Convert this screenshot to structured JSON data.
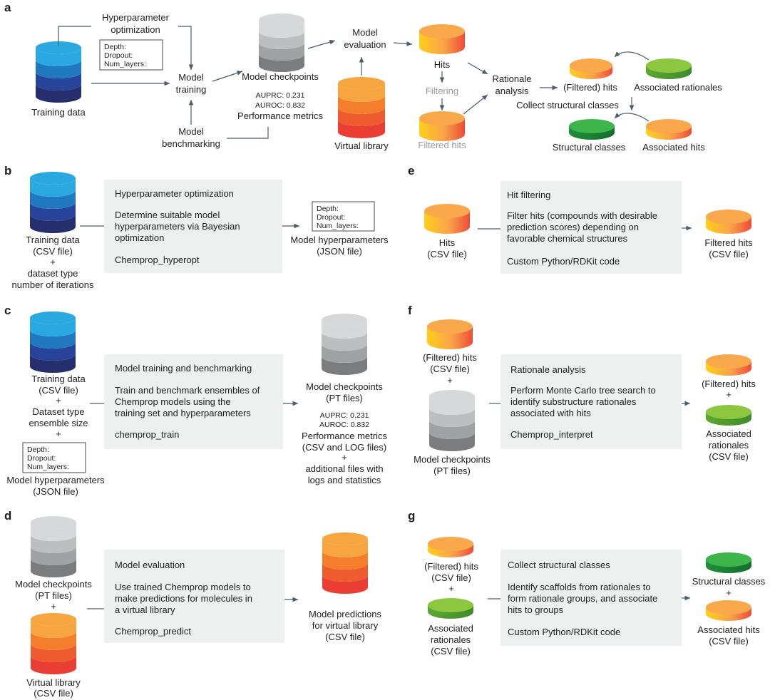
{
  "panels": {
    "a": "a",
    "b": "b",
    "c": "c",
    "d": "d",
    "e": "e",
    "f": "f",
    "g": "g"
  },
  "a": {
    "hyperparameter_optimization": [
      "Hyperparameter",
      "optimization"
    ],
    "params": [
      "Depth:",
      "Dropout:",
      "Num_layers:"
    ],
    "training_data": "Training data",
    "model_training": [
      "Model",
      "training"
    ],
    "model_benchmarking": [
      "Model",
      "benchmarking"
    ],
    "model_checkpoints": "Model checkpoints",
    "auprc": "AUPRC: 0.231",
    "auroc": "AUROC: 0.832",
    "performance_metrics": "Performance metrics",
    "model_evaluation": [
      "Model",
      "evaluation"
    ],
    "virtual_library": "Virtual library",
    "hits": "Hits",
    "filtering": "Filtering",
    "filtered_hits": "Filtered hits",
    "rationale_analysis": [
      "Rationale",
      "analysis"
    ],
    "filtered_hits_paren": "(Filtered) hits",
    "associated_rationales": "Associated rationales",
    "collect_structural_classes": "Collect structural classes",
    "structural_classes": "Structural classes",
    "associated_hits": "Associated hits"
  },
  "b": {
    "input": [
      "Training data",
      "(CSV file)",
      "+",
      "dataset type",
      "number of iterations"
    ],
    "box": {
      "title": "Hyperparameter optimization",
      "desc": [
        "Determine suitable model",
        "hyperparameters via Bayesian",
        "optimization"
      ],
      "cmd": "Chemprop_hyperopt"
    },
    "params": [
      "Depth:",
      "Dropout:",
      "Num_layers:"
    ],
    "output": [
      "Model hyperparameters",
      "(JSON file)"
    ]
  },
  "c": {
    "input": [
      "Training data",
      "(CSV file)",
      "+",
      "Dataset type",
      "ensemble size",
      "+"
    ],
    "params": [
      "Depth:",
      "Dropout:",
      "Num_layers:"
    ],
    "input2": [
      "Model hyperparameters",
      "(JSON file)"
    ],
    "box": {
      "title": "Model training and benchmarking",
      "desc": [
        "Train and benchmark ensembles of",
        "Chemprop models using the",
        "training set and hyperparameters"
      ],
      "cmd": "chemprop_train"
    },
    "output": [
      "Model checkpoints",
      "(PT files)"
    ],
    "auprc": "AUPRC: 0.231",
    "auroc": "AUROC: 0.832",
    "output2": [
      "Performance metrics",
      "(CSV and LOG files)",
      "+",
      "additional files with",
      "logs and statistics"
    ]
  },
  "d": {
    "input": [
      "Model checkpoints",
      "(PT files)",
      "+"
    ],
    "input2": [
      "Virtual library",
      "(CSV file)"
    ],
    "box": {
      "title": "Model evaluation",
      "desc": [
        "Use trained Chemprop models to",
        "make predictions for molecules in",
        "a virtual library"
      ],
      "cmd": "Chemprop_predict"
    },
    "output": [
      "Model predictions",
      "for virtual library",
      "(CSV file)"
    ]
  },
  "e": {
    "input": [
      "Hits",
      "(CSV file)"
    ],
    "box": {
      "title": "Hit filtering",
      "desc": [
        "Filter hits (compounds with desirable",
        "prediction scores) depending on",
        "favorable chemical structures"
      ],
      "cmd": "Custom Python/RDKit code"
    },
    "output": [
      "Filtered hits",
      "(CSV file)"
    ]
  },
  "f": {
    "input": [
      "(Filtered) hits",
      "(CSV file)",
      "+"
    ],
    "input2": [
      "Model checkpoints",
      "(PT files)"
    ],
    "box": {
      "title": "Rationale analysis",
      "desc": [
        "Perform Monte Carlo tree search to",
        "identify substructure rationales",
        "associated with hits"
      ],
      "cmd": "Chemprop_interpret"
    },
    "output": [
      "(Filtered) hits",
      "+"
    ],
    "output2": [
      "Associated",
      "rationales",
      "(CSV file)"
    ]
  },
  "g": {
    "input": [
      "(Filtered) hits",
      "(CSV file)",
      "+"
    ],
    "input2": [
      "Associated",
      "rationales",
      "(CSV file)"
    ],
    "box": {
      "title": "Collect structural classes",
      "desc": [
        "Identify scaffolds from rationales to",
        "form rationale groups, and associate",
        "hits to groups"
      ],
      "cmd": "Custom Python/RDKit code"
    },
    "output": [
      "Structural classes",
      "+"
    ],
    "output2": [
      "Associated hits",
      "(CSV file)"
    ]
  },
  "colors": {
    "blue": [
      "#29a9e0",
      "#2078bf",
      "#27449a",
      "#262f6e"
    ],
    "gray": [
      "#d7d8d9",
      "#bdbebf",
      "#a1a2a4",
      "#7b7c7e"
    ],
    "orange": [
      "#f7a541",
      "#f47e2c",
      "#ee5b2e",
      "#ea3e34"
    ],
    "hit_top": "#f9a84c",
    "hit_edge": [
      "#ffd200",
      "#f25b3d"
    ],
    "green_light": "#8dc63f",
    "green_dark": "#3cb54a",
    "box": "#eeefef",
    "arrow": "#4a5c6e"
  }
}
